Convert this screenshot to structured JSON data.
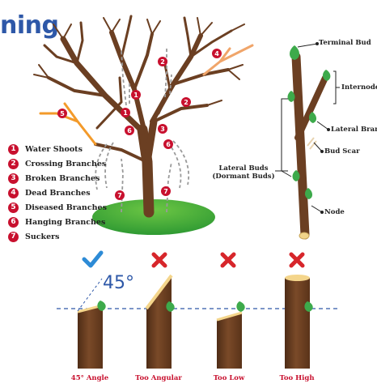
{
  "title": "ning",
  "legend": [
    {
      "num": "1",
      "label": "Water Shoots"
    },
    {
      "num": "2",
      "label": "Crossing Branches"
    },
    {
      "num": "3",
      "label": "Broken Branches"
    },
    {
      "num": "4",
      "label": "Dead Branches"
    },
    {
      "num": "5",
      "label": "Diseased Branches"
    },
    {
      "num": "6",
      "label": "Hanging Branches"
    },
    {
      "num": "7",
      "label": "Suckers"
    }
  ],
  "tree_markers": [
    "1",
    "1",
    "2",
    "2",
    "3",
    "4",
    "5",
    "6",
    "6",
    "7",
    "7"
  ],
  "branch_labels": {
    "terminal_bud": "Terminal Bud",
    "internode": "Internode",
    "lateral_branch": "Lateral Branch",
    "bud_scar": "Bud Scar",
    "lateral_buds_line1": "Lateral Buds",
    "lateral_buds_line2": "(Dormant Buds)",
    "node": "Node"
  },
  "angle_label": "45°",
  "cuts": [
    {
      "label": "45° Angle",
      "mark": "check"
    },
    {
      "label": "Too Angular",
      "mark": "cross"
    },
    {
      "label": "Too Low",
      "mark": "cross"
    },
    {
      "label": "Too High",
      "mark": "cross"
    }
  ],
  "colors": {
    "title": "#2e58a8",
    "marker": "#c8102e",
    "bark": "#6b3f22",
    "bud": "#3daa4b",
    "check": "#2d8bd6",
    "cross": "#d7262b",
    "grass": "#3fae3a",
    "dead_branch": "#f0a56a"
  }
}
